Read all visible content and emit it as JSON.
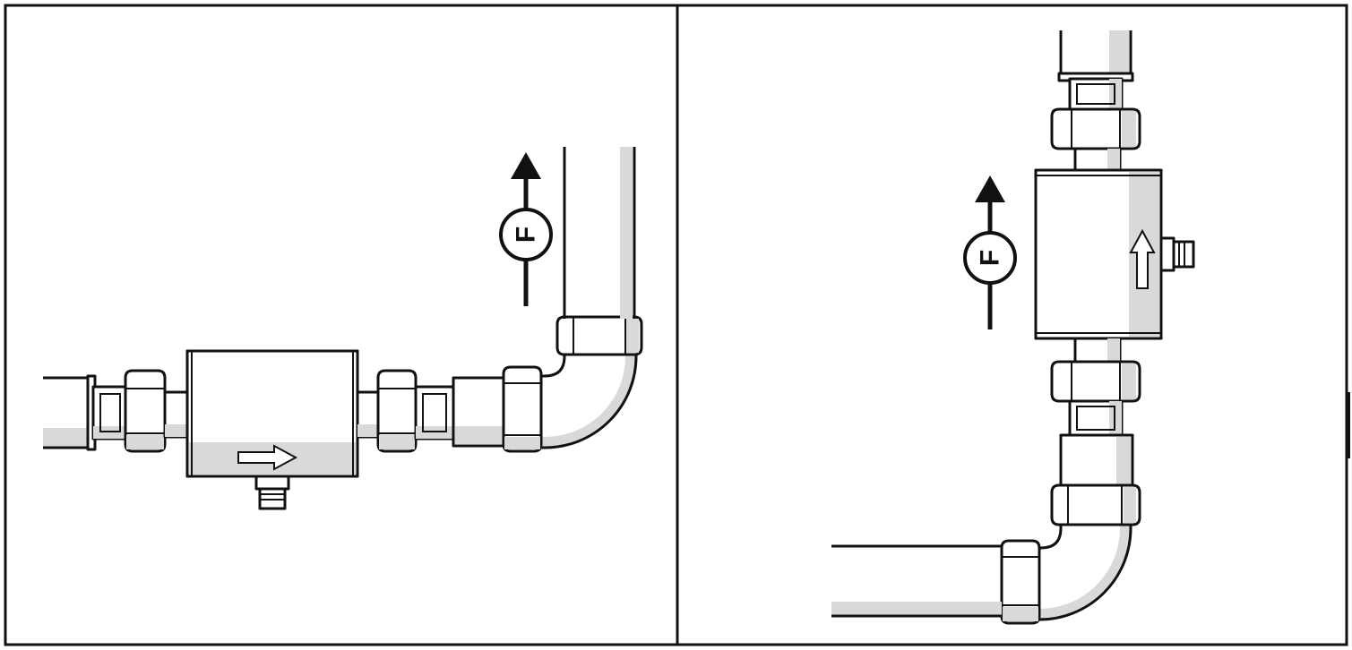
{
  "panels": [
    {
      "orientation": "horizontal",
      "flow_symbol": {
        "letter": "F",
        "direction": "up"
      },
      "sensor_arrow": "right"
    },
    {
      "orientation": "vertical",
      "flow_symbol": {
        "letter": "F",
        "direction": "up"
      },
      "sensor_arrow": "up"
    }
  ],
  "colors": {
    "stroke": "#111111",
    "fill": "#d9d9d9",
    "background": "#ffffff"
  }
}
